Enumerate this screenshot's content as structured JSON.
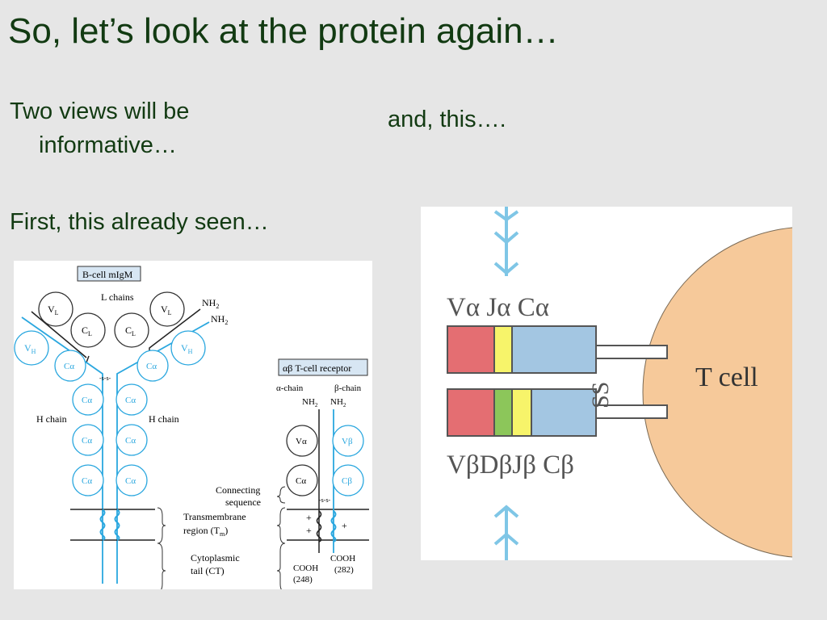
{
  "slide": {
    "title": "So, let’s look at the protein again…",
    "left_text_line1": "Two views will be",
    "left_text_line2": "informative…",
    "left_text_line3": "First, this already seen…",
    "right_text": "and, this…."
  },
  "left_diagram": {
    "bcell_label": "B-cell mIgM",
    "l_chains": "L chains",
    "vl": "V",
    "vl_sub": "L",
    "cl": "C",
    "cl_sub": "L",
    "vh": "V",
    "vh_sub": "H",
    "c_alpha": "Cα",
    "nh2": "NH",
    "nh2_sub": "2",
    "ss": "-s-s-",
    "h_chain": "H chain",
    "tcr_label": "αβ T-cell receptor",
    "alpha_chain": "α-chain",
    "beta_chain": "β-chain",
    "v_alpha": "Vα",
    "v_beta": "Vβ",
    "c_beta": "Cβ",
    "connecting_1": "Connecting",
    "connecting_2": "sequence",
    "transmembrane_1": "Transmembrane",
    "transmembrane_2": "region (T",
    "transmembrane_sub": "m",
    "cytoplasmic_1": "Cytoplasmic",
    "cytoplasmic_2": "tail (CT)",
    "cooh": "COOH",
    "cooh_alpha_len": "(248)",
    "cooh_beta_len": "(282)",
    "plus": "+"
  },
  "right_diagram": {
    "alpha_segments": "Vα Jα  Cα",
    "beta_segments": "VβDβJβ Cβ",
    "disulfide": "SS",
    "cell_label": "T cell"
  },
  "colors": {
    "title_green": "#123a12",
    "v_region": "#e46e72",
    "j_region": "#f7f46a",
    "d_region": "#8cc65a",
    "c_region": "#a3c6e2",
    "t_cell": "#f6c99a",
    "arrow": "#7fc6e6",
    "blue_line": "#2aa7df"
  }
}
